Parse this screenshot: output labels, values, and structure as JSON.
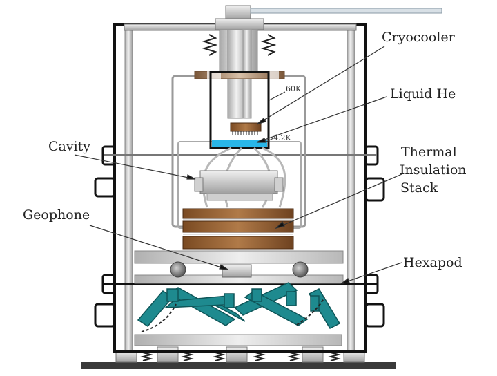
{
  "labels": {
    "cryocooler": "Cryocooler",
    "liquid_he": "Liquid He",
    "thermal_line1": "Thermal",
    "thermal_line2": "Insulation",
    "thermal_line3": "Stack",
    "cavity": "Cavity",
    "geophone": "Geophone",
    "hexapod": "Hexapod",
    "temp_60k": "60K",
    "temp_4k": "4.2K"
  },
  "colors": {
    "frame": "#111111",
    "steel": "#c4c4c4",
    "wood": "#8a5a2b",
    "helium": "#29b6e8",
    "strut": "#1e8a8f",
    "flange": "#a07a58"
  },
  "components": [
    "Cryocooler",
    "Liquid He",
    "Thermal Insulation Stack",
    "Cavity",
    "Geophone",
    "Hexapod"
  ]
}
